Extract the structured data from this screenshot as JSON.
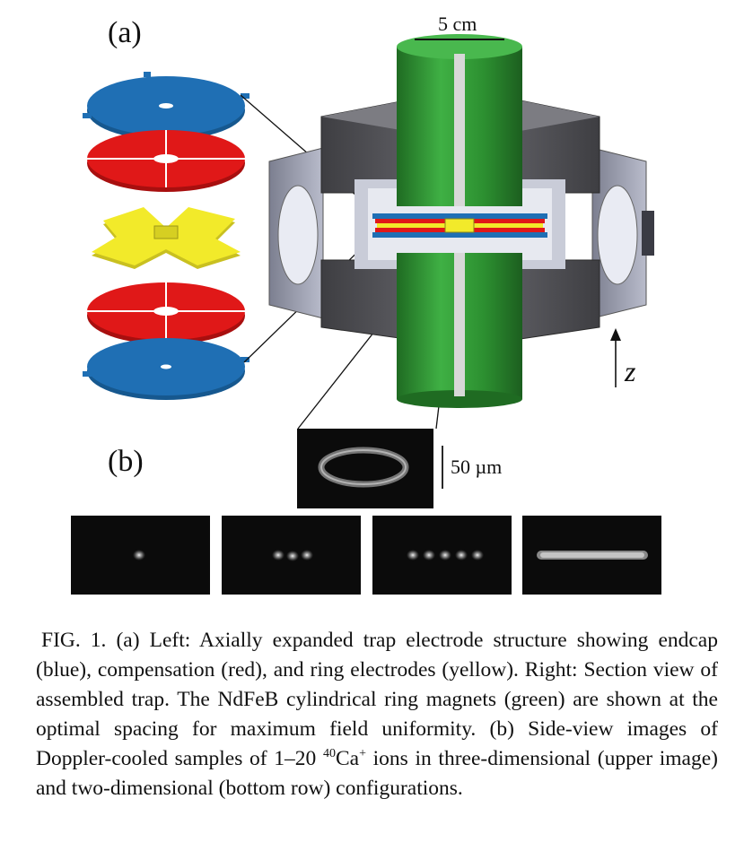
{
  "panel_a": {
    "label": "(a)",
    "scale_label": "5 cm",
    "axis_label": "z"
  },
  "panel_b": {
    "label": "(b)",
    "scale_label": "50 µm"
  },
  "caption": {
    "part1": "FIG. 1.  (a) Left: Axially expanded trap electrode structure showing endcap (blue), compensation (red), and ring electrodes (yellow). Right: Section view of assembled trap. The NdFeB cylindrical ring magnets (green) are shown at the optimal spacing for maximum field uniformity. (b) Side-view images of Doppler-cooled samples of 1–20 ",
    "isotope": "40",
    "ion": "Ca",
    "charge": "+",
    "part2": " ions in three-dimensional (upper image) and two-dimensional (bottom row) configurations."
  },
  "colors": {
    "endcap": "#1f6fb4",
    "compensation": "#e01818",
    "ring": "#f2ea2a",
    "magnet": "#2f9a32",
    "housing": "#5a5a5e",
    "image_bg": "#0b0b0b"
  }
}
